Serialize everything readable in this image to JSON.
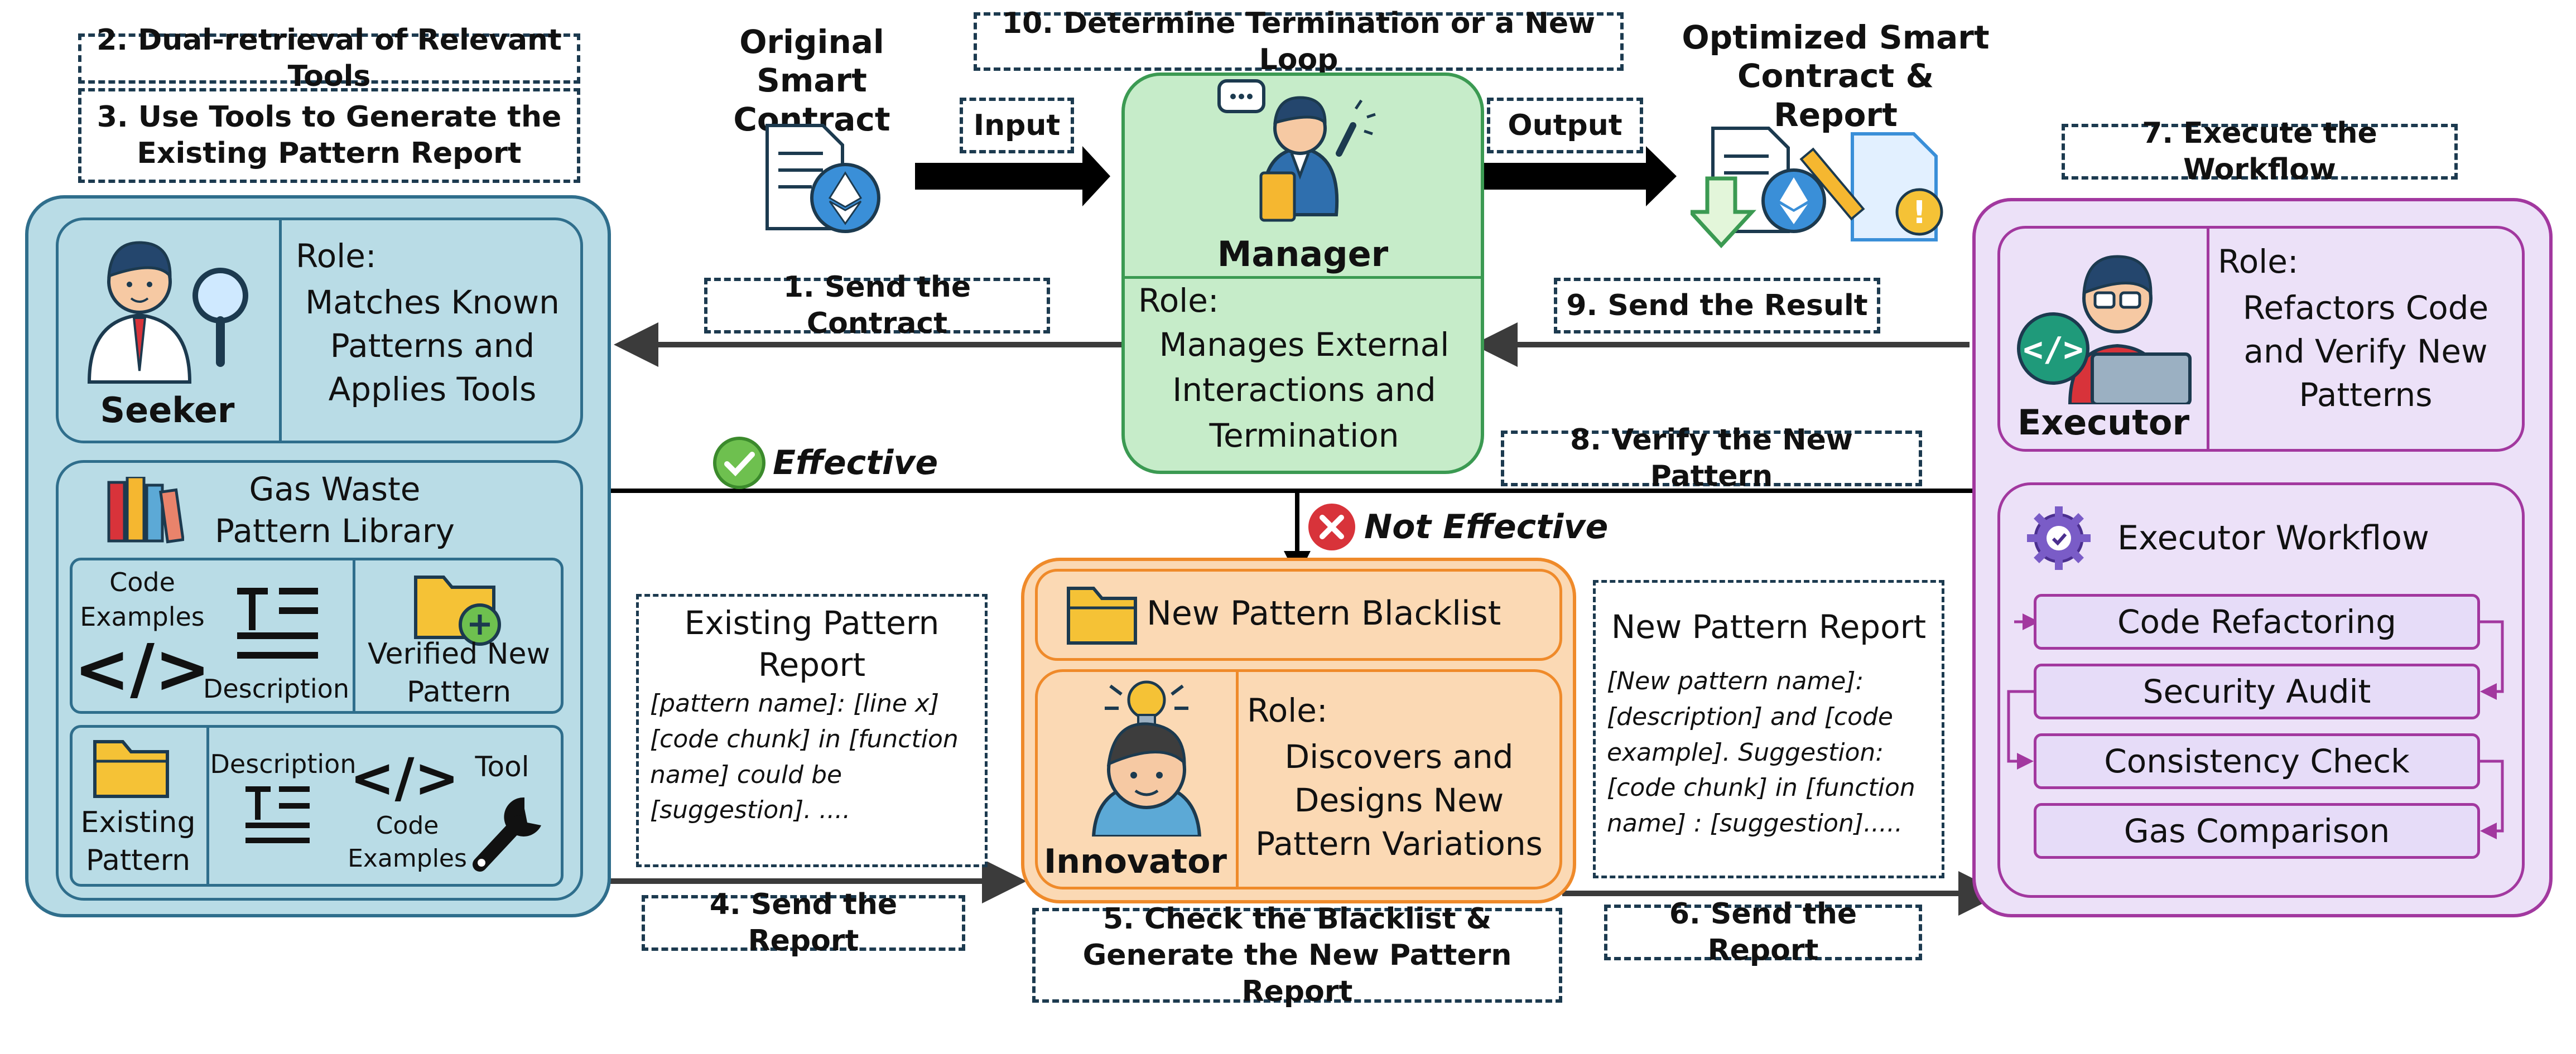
{
  "steps": {
    "s1": "1. Send the Contract",
    "s2": "2. Dual-retrieval of Relevant Tools",
    "s3": "3. Use Tools to Generate the Existing Pattern Report",
    "s4": "4. Send the Report",
    "s5": "5. Check the Blacklist & Generate the New Pattern Report",
    "s6": "6. Send the Report",
    "s7": "7. Execute the Workflow",
    "s8": "8. Verify the New Pattern",
    "s9": "9. Send the Result",
    "s10": "10. Determine Termination or a New Loop"
  },
  "io": {
    "original": "Original Smart Contract",
    "optimized": "Optimized Smart Contract & Report",
    "input": "Input",
    "output": "Output"
  },
  "manager": {
    "name": "Manager",
    "role": "Role:",
    "desc": "Manages External Interactions and Termination"
  },
  "seeker": {
    "name": "Seeker",
    "role": "Role:",
    "desc": "Matches Known Patterns and Applies Tools"
  },
  "library": {
    "title": "Gas Waste Pattern Library",
    "code_examples": "Code Examples",
    "description": "Description",
    "verified": "Verified New Pattern",
    "existing": "Existing Pattern",
    "description2": "Description",
    "code_examples2": "Code Examples",
    "tool": "Tool"
  },
  "existing_report": {
    "title": "Existing Pattern Report",
    "body": "[pattern name]: [line x] [code chunk] in  [function name] could be [suggestion]. ...."
  },
  "new_report": {
    "title": "New Pattern Report",
    "body": "[New pattern name]: [description] and [code example]. Suggestion:[code chunk] in  [function name] : [suggestion]....."
  },
  "innovator": {
    "name": "Innovator",
    "blacklist": "New Pattern Blacklist",
    "role": "Role:",
    "desc": "Discovers and Designs New Pattern Variations"
  },
  "executor": {
    "name": "Executor",
    "role": "Role:",
    "desc": "Refactors Code and Verify New Patterns",
    "workflow_title": "Executor Workflow",
    "workflow": [
      "Code Refactoring",
      "Security Audit",
      "Consistency Check",
      "Gas Comparison"
    ]
  },
  "feedback": {
    "effective": "Effective",
    "not_effective": "Not Effective"
  },
  "colors": {
    "seeker_bg": "#b9dce6",
    "seeker_border": "#2f6e8c",
    "manager_bg": "#c6ecc9",
    "manager_border": "#3b9a52",
    "innovator_bg": "#fbd9b4",
    "innovator_border": "#ef8a2a",
    "executor_bg": "#ece1f8",
    "executor_border": "#a2389f",
    "arrow": "#3b3b3b"
  },
  "icons": [
    "contract-document-icon",
    "ethereum-icon",
    "manager-person-icon",
    "seeker-person-icon",
    "magnifier-icon",
    "books-icon",
    "code-brackets-icon",
    "text-lines-icon",
    "folder-plus-icon",
    "folder-icon",
    "wrench-icon",
    "lightbulb-icon",
    "innovator-person-icon",
    "executor-person-icon",
    "laptop-icon",
    "gear-icon",
    "check-circle-icon",
    "x-circle-icon",
    "download-arrow-icon",
    "report-pencil-icon"
  ]
}
